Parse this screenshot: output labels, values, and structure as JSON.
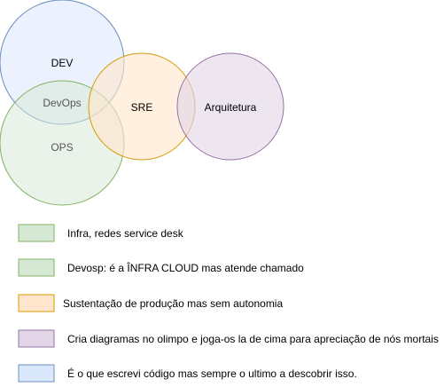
{
  "colors": {
    "dev_fill": "#dae8fc",
    "dev_stroke": "#6c8ebf",
    "ops_fill": "#d5e8d4",
    "ops_stroke": "#82b366",
    "sre_fill": "#ffe6cc",
    "sre_stroke": "#d79b00",
    "arq_fill": "#e1d5e7",
    "arq_stroke": "#9673a6"
  },
  "circles": {
    "dev": {
      "label": "DEV"
    },
    "ops": {
      "label": "OPS"
    },
    "devops": {
      "label": "DevOps"
    },
    "sre": {
      "label": "SRE"
    },
    "arquitetura": {
      "label": "Arquitetura"
    }
  },
  "legend": {
    "items": [
      {
        "text": "Infra, redes service desk",
        "color": "ops"
      },
      {
        "text": "Devosp: é a ÎNFRA CLOUD mas atende chamado",
        "color": "ops"
      },
      {
        "text": "Sustentação de produção mas sem autonomia",
        "color": "sre"
      },
      {
        "text": "Cria diagramas no olimpo e joga-os la de cima para apreciação de nós mortais",
        "color": "arq"
      },
      {
        "text": "É o que escrevi código mas sempre o ultimo a descobrir isso.",
        "color": "dev"
      }
    ]
  }
}
